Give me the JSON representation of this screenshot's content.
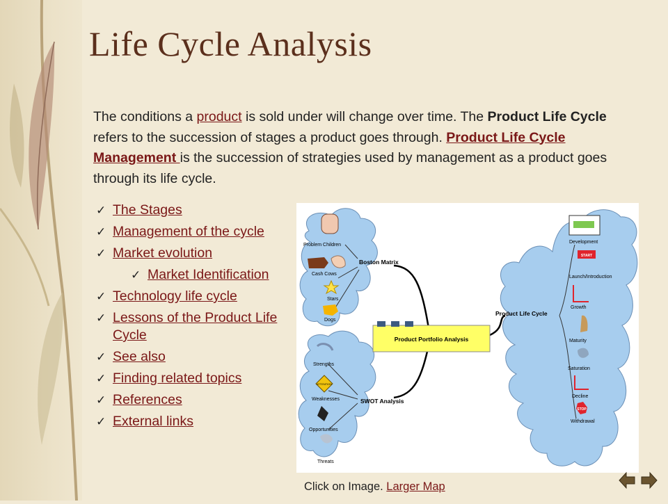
{
  "title": "Life Cycle Analysis",
  "intro": {
    "p1": "The conditions a ",
    "link_product": "product",
    "p2": " is sold under will change over time. The ",
    "bold_plc": "Product Life Cycle",
    "p3": " refers to the succession of stages a product goes through. ",
    "link_plcm": "Product Life Cycle Management ",
    "p4": "is the succession of strategies used by management as a product goes through its life cycle."
  },
  "nav": {
    "items": [
      {
        "label": "The Stages"
      },
      {
        "label": "Management of the cycle"
      },
      {
        "label": "Market evolution"
      },
      {
        "label": "Market Identification"
      },
      {
        "label": "Technology life cycle"
      },
      {
        "label": "Lessons of the Product Life Cycle"
      },
      {
        "label": "See also"
      },
      {
        "label": "Finding related topics"
      },
      {
        "label": "References"
      },
      {
        "label": "External links"
      }
    ]
  },
  "map": {
    "center": "Product Portfolio Analysis",
    "boston": {
      "title": "Boston Matrix",
      "items": [
        "Problem Children",
        "Cash Cows",
        "Stars",
        "Dogs"
      ]
    },
    "swot": {
      "title": "SWOT Analysis",
      "items": [
        "Strengths",
        "Weaknesses",
        "Opportunities",
        "Threats"
      ]
    },
    "plc": {
      "title": "Product Life Cycle",
      "items": [
        "Development",
        "Launch/Introduction",
        "Growth",
        "Maturity",
        "Saturation",
        "Decline",
        "Withdrawal"
      ]
    },
    "labels": {
      "start_sign": "START",
      "stop_sign": "STOP",
      "attention_sign": "ATTENTION"
    }
  },
  "caption": {
    "text": "Click on Image. ",
    "link": "Larger Map"
  },
  "colors": {
    "link": "#7a1717",
    "title": "#5b2f1c",
    "cloud": "#a7cdee",
    "center_box": "#ffff66"
  }
}
